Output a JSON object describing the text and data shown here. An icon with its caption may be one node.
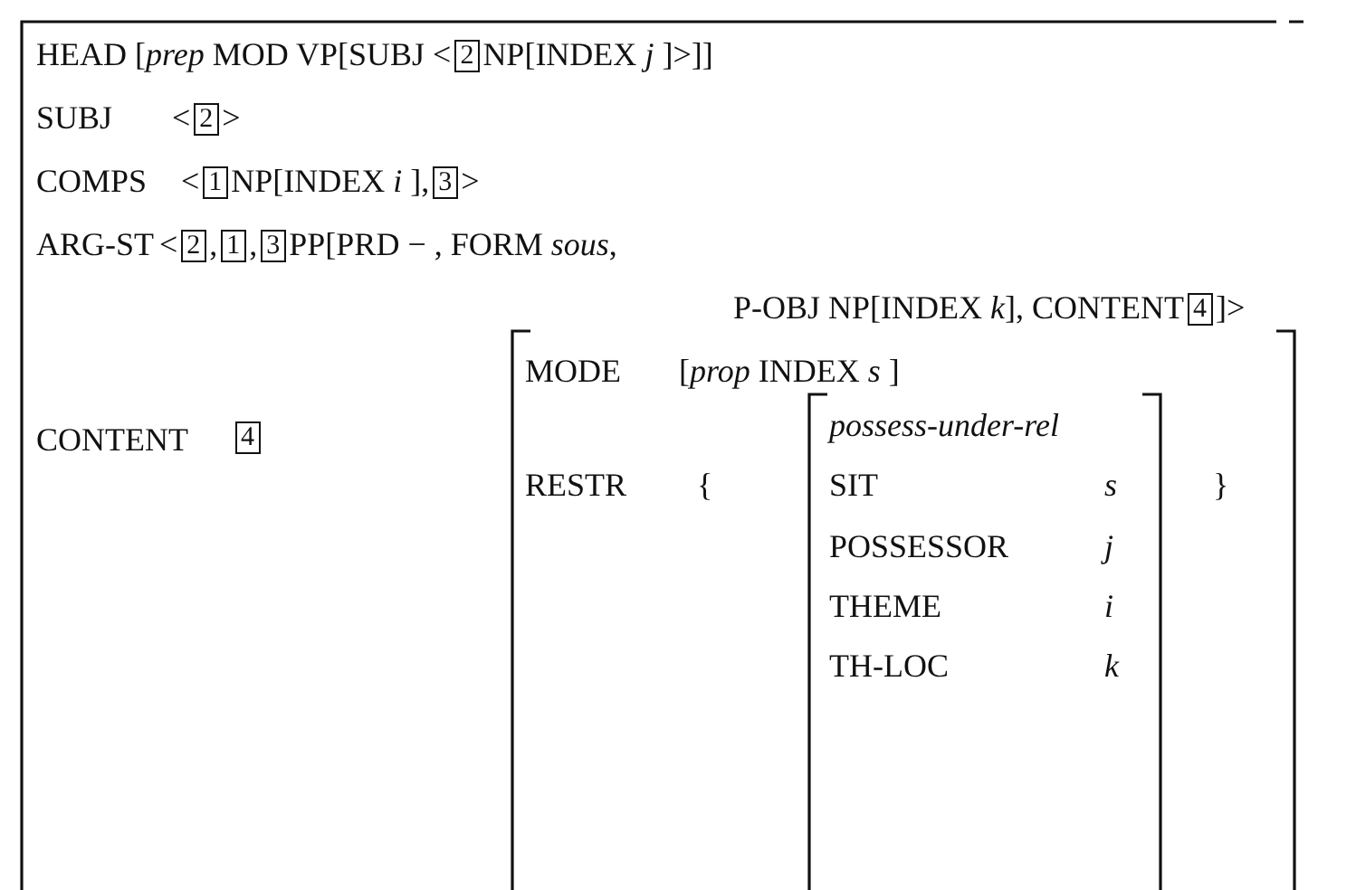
{
  "diagram": {
    "labels": [
      "HEAD [*prep* MOD VP[SUBJ <",
      "2",
      "NP[INDEX *j* ]>]]",
      "SUBJ",
      "<",
      "2",
      ">",
      "COMPS",
      "<",
      "1",
      "NP[INDEX *i* ],",
      "3",
      ">",
      "ARG-ST",
      "<",
      "2",
      ",",
      "1",
      ",",
      "3",
      "PP[PRD − , FORM *sous*,",
      "P-OBJ NP[INDEX *k*], CONTENT",
      "4",
      "]>",
      "MODE",
      "[*prop* INDEX *s* ]",
      "CONTENT",
      "4",
      "possess-under-rel",
      "RESTR",
      "{",
      "SIT",
      "s",
      "POSSESSOR",
      "j",
      "THEME",
      "i",
      "TH-LOC",
      "k",
      "}"
    ]
  }
}
